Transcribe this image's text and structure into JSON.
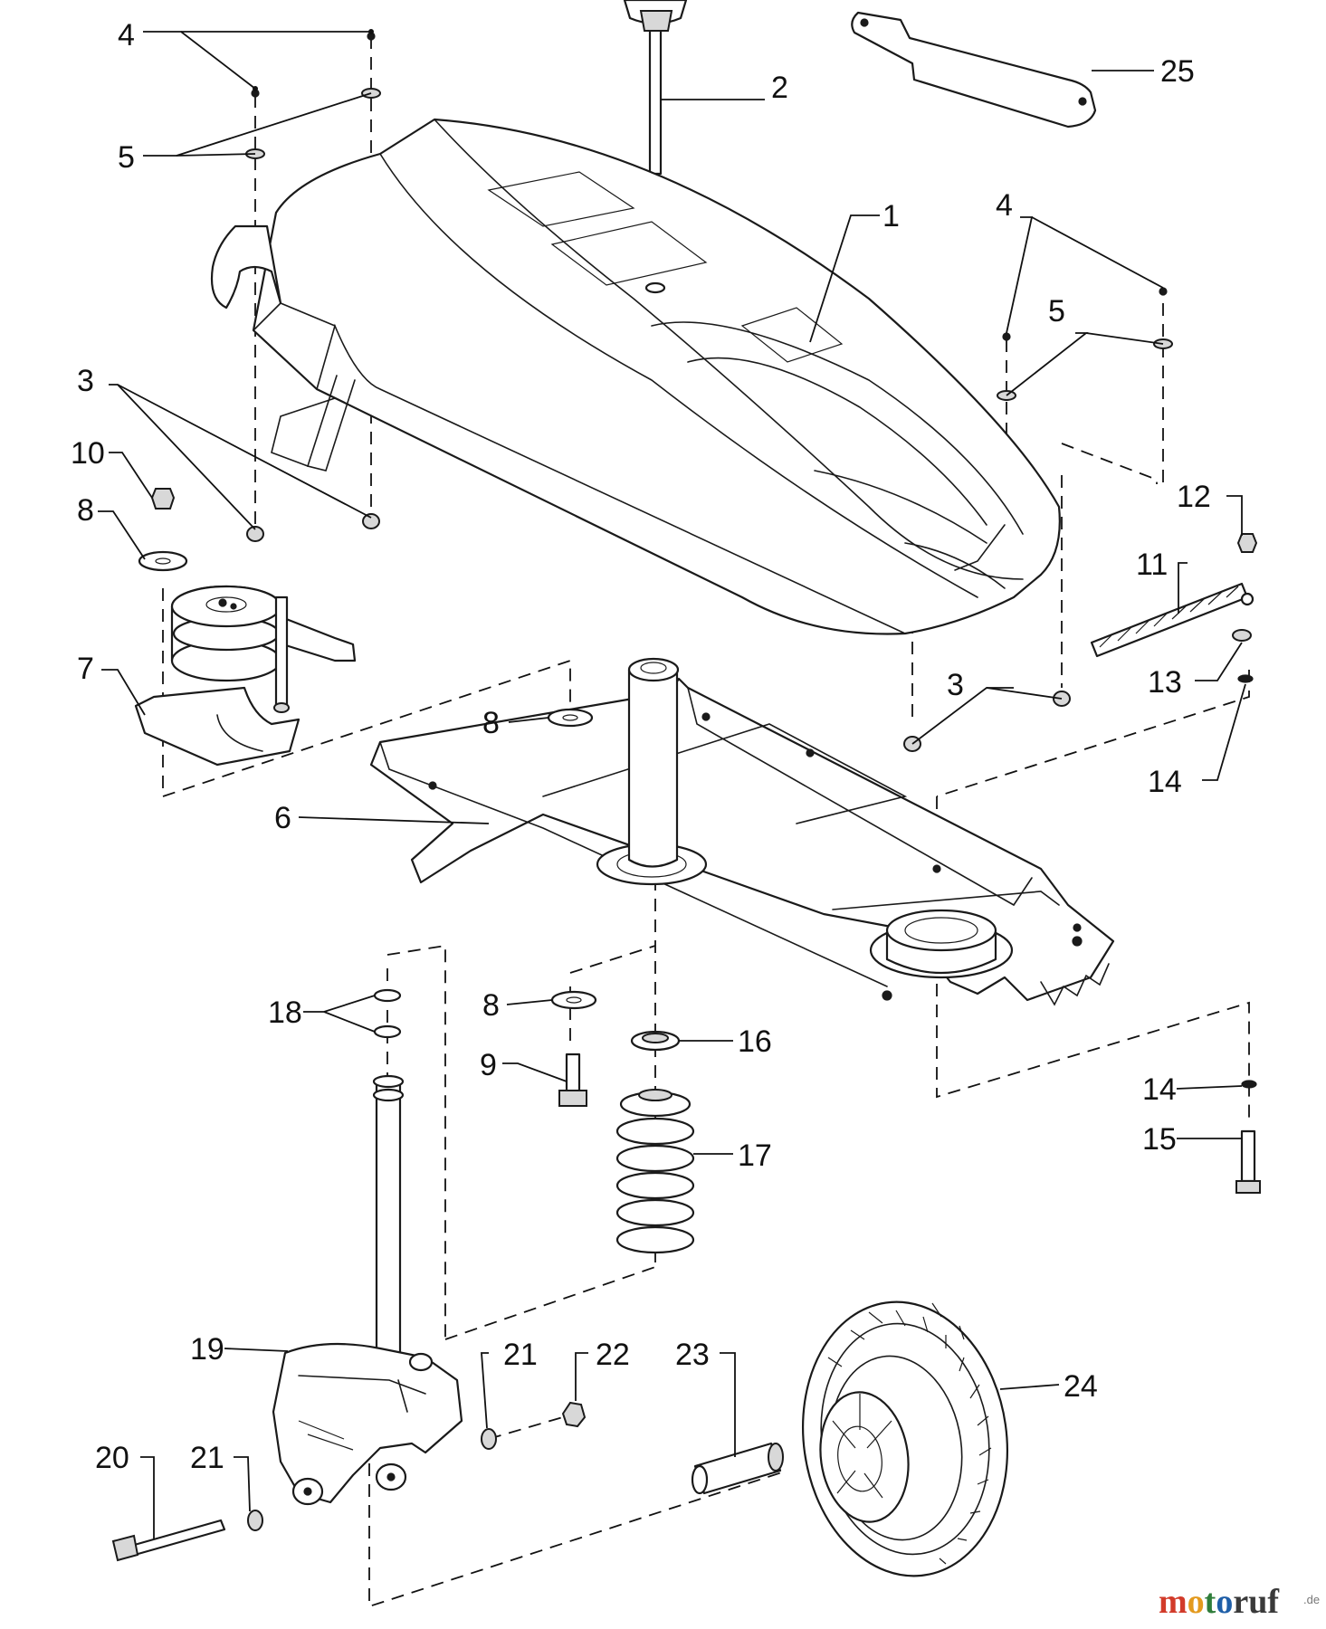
{
  "callouts": [
    {
      "id": "c1",
      "text": "1"
    },
    {
      "id": "c2",
      "text": "2"
    },
    {
      "id": "c3a",
      "text": "3"
    },
    {
      "id": "c3b",
      "text": "3"
    },
    {
      "id": "c4a",
      "text": "4"
    },
    {
      "id": "c4b",
      "text": "4"
    },
    {
      "id": "c5a",
      "text": "5"
    },
    {
      "id": "c5b",
      "text": "5"
    },
    {
      "id": "c6",
      "text": "6"
    },
    {
      "id": "c7",
      "text": "7"
    },
    {
      "id": "c8a",
      "text": "8"
    },
    {
      "id": "c8b",
      "text": "8"
    },
    {
      "id": "c8c",
      "text": "8"
    },
    {
      "id": "c9",
      "text": "9"
    },
    {
      "id": "c10",
      "text": "10"
    },
    {
      "id": "c11",
      "text": "11"
    },
    {
      "id": "c12",
      "text": "12"
    },
    {
      "id": "c13",
      "text": "13"
    },
    {
      "id": "c14a",
      "text": "14"
    },
    {
      "id": "c14b",
      "text": "14"
    },
    {
      "id": "c15",
      "text": "15"
    },
    {
      "id": "c16",
      "text": "16"
    },
    {
      "id": "c17",
      "text": "17"
    },
    {
      "id": "c18",
      "text": "18"
    },
    {
      "id": "c19",
      "text": "19"
    },
    {
      "id": "c20",
      "text": "20"
    },
    {
      "id": "c21a",
      "text": "21"
    },
    {
      "id": "c21b",
      "text": "21"
    },
    {
      "id": "c22",
      "text": "22"
    },
    {
      "id": "c23",
      "text": "23"
    },
    {
      "id": "c24",
      "text": "24"
    },
    {
      "id": "c25",
      "text": "25"
    }
  ],
  "watermark": {
    "m1": "m",
    "o1": "o",
    "t": "t",
    "o2": "o",
    "r": "r",
    "u": "u",
    "f": "f",
    "suffix": ".de",
    "colors": {
      "m1": "#d23b2a",
      "o1": "#e39a1e",
      "t": "#2f7d3a",
      "o2": "#1f5fa8",
      "r": "#3a3a3a",
      "u": "#3a3a3a",
      "f": "#3a3a3a"
    }
  }
}
